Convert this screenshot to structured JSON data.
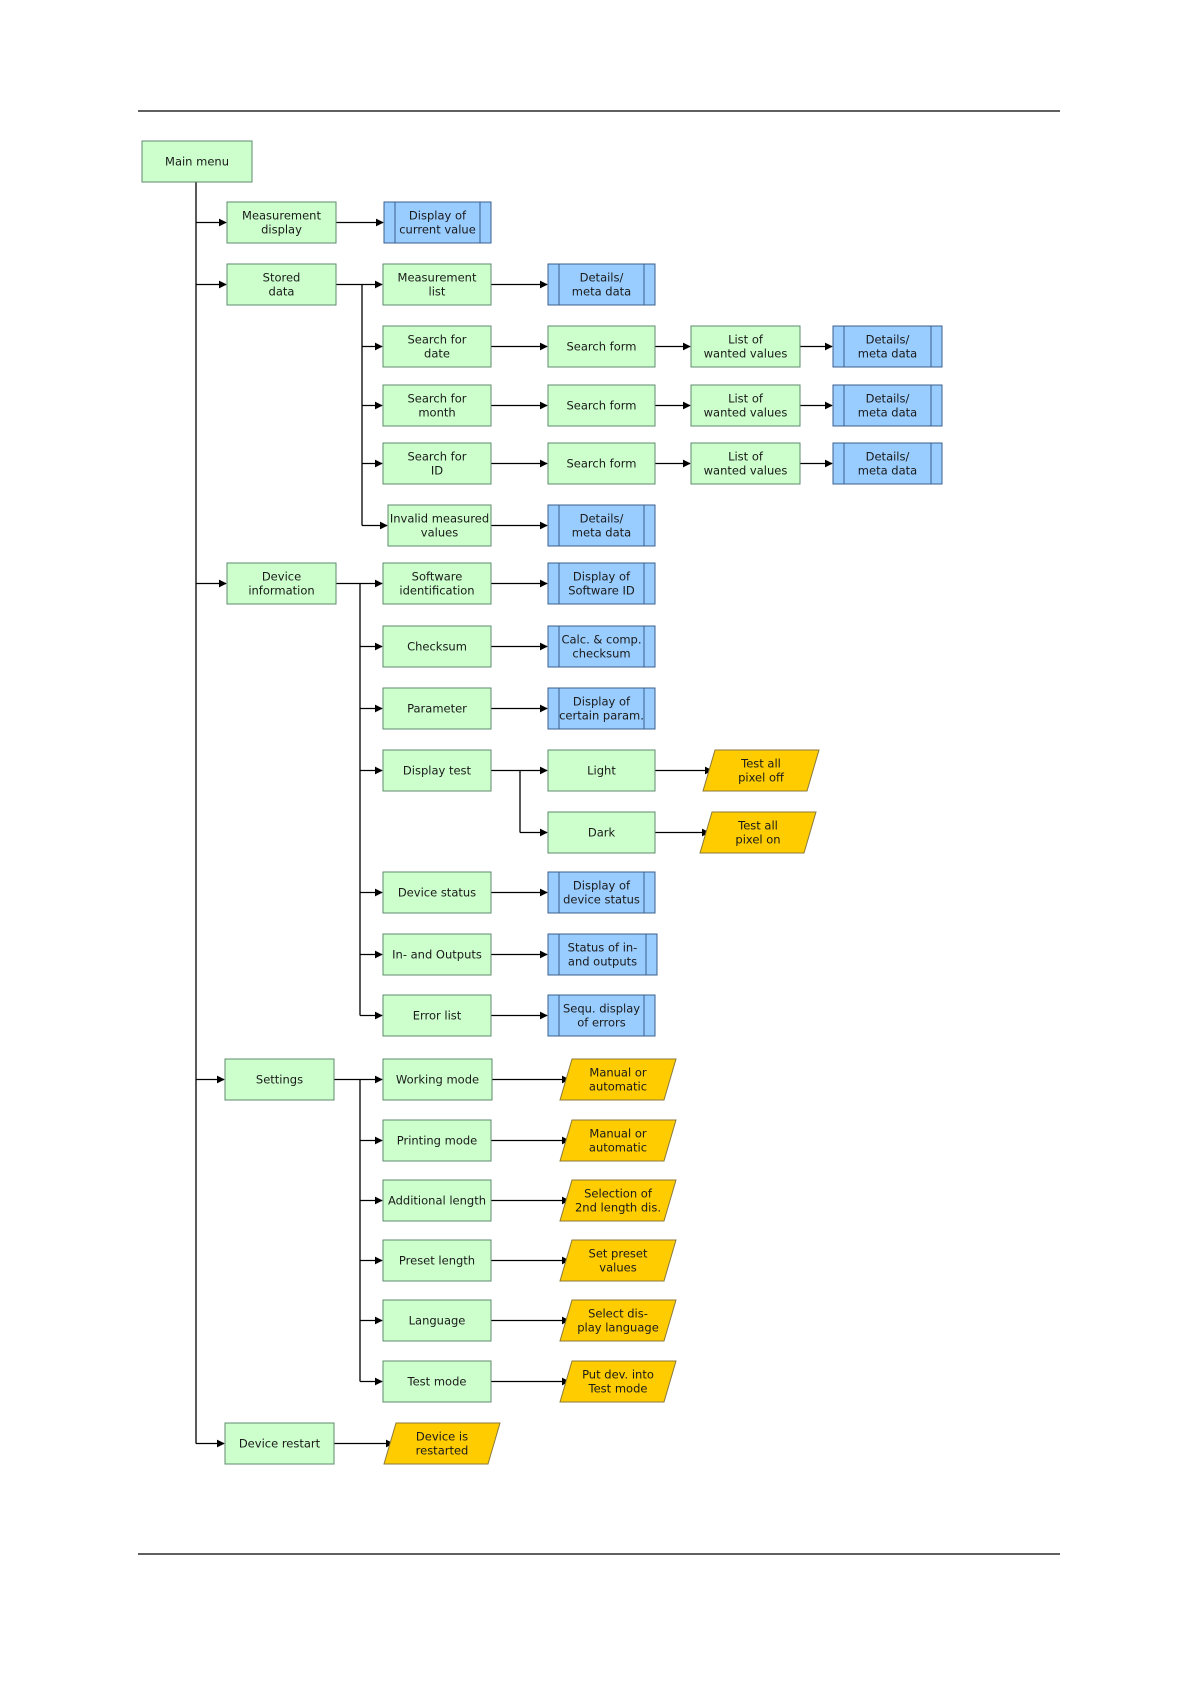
{
  "colors": {
    "green_fill": "#ccffcc",
    "green_stroke": "#5e8a6e",
    "blue_fill": "#99ccff",
    "blue_stroke": "#3a5f8c",
    "yellow_fill": "#ffcc00",
    "yellow_stroke": "#8c7a3a",
    "line": "#000000"
  },
  "nodes": {
    "main": {
      "kind": "green",
      "lines": [
        "Main menu"
      ]
    },
    "meas_display": {
      "kind": "green",
      "lines": [
        "Measurement",
        "display"
      ]
    },
    "current_value": {
      "kind": "blue",
      "lines": [
        "Display of",
        "current value"
      ]
    },
    "stored": {
      "kind": "green",
      "lines": [
        "Stored",
        "data"
      ]
    },
    "meas_list": {
      "kind": "green",
      "lines": [
        "Measurement",
        "list"
      ]
    },
    "meta1": {
      "kind": "blue",
      "lines": [
        "Details/",
        "meta data"
      ]
    },
    "search_date": {
      "kind": "green",
      "lines": [
        "Search for",
        "date"
      ]
    },
    "form_date": {
      "kind": "green",
      "lines": [
        "Search form"
      ]
    },
    "list_date": {
      "kind": "green",
      "lines": [
        "List of",
        "wanted values"
      ]
    },
    "meta_date": {
      "kind": "blue",
      "lines": [
        "Details/",
        "meta data"
      ]
    },
    "search_month": {
      "kind": "green",
      "lines": [
        "Search for",
        "month"
      ]
    },
    "form_month": {
      "kind": "green",
      "lines": [
        "Search form"
      ]
    },
    "list_month": {
      "kind": "green",
      "lines": [
        "List of",
        "wanted values"
      ]
    },
    "meta_month": {
      "kind": "blue",
      "lines": [
        "Details/",
        "meta data"
      ]
    },
    "search_id": {
      "kind": "green",
      "lines": [
        "Search for",
        "ID"
      ]
    },
    "form_id": {
      "kind": "green",
      "lines": [
        "Search form"
      ]
    },
    "list_id": {
      "kind": "green",
      "lines": [
        "List of",
        "wanted values"
      ]
    },
    "meta_id": {
      "kind": "blue",
      "lines": [
        "Details/",
        "meta data"
      ]
    },
    "invalid": {
      "kind": "green",
      "lines": [
        "Invalid measured",
        "values"
      ]
    },
    "meta_invalid": {
      "kind": "blue",
      "lines": [
        "Details/",
        "meta data"
      ]
    },
    "device_info": {
      "kind": "green",
      "lines": [
        "Device",
        "information"
      ]
    },
    "software": {
      "kind": "green",
      "lines": [
        "Software",
        "identification"
      ]
    },
    "software_id": {
      "kind": "blue",
      "lines": [
        "Display of",
        "Software ID"
      ]
    },
    "checksum": {
      "kind": "green",
      "lines": [
        "Checksum"
      ]
    },
    "calc_checksum": {
      "kind": "blue",
      "lines": [
        "Calc. & comp.",
        "checksum"
      ]
    },
    "parameter": {
      "kind": "green",
      "lines": [
        "Parameter"
      ]
    },
    "certain_param": {
      "kind": "blue",
      "lines": [
        "Display of",
        "certain param."
      ]
    },
    "display_test": {
      "kind": "green",
      "lines": [
        "Display test"
      ]
    },
    "light": {
      "kind": "green",
      "lines": [
        "Light"
      ]
    },
    "pixel_off": {
      "kind": "yellow",
      "lines": [
        "Test all",
        "pixel off"
      ]
    },
    "dark": {
      "kind": "green",
      "lines": [
        "Dark"
      ]
    },
    "pixel_on": {
      "kind": "yellow",
      "lines": [
        "Test all",
        "pixel on"
      ]
    },
    "device_status": {
      "kind": "green",
      "lines": [
        "Device status"
      ]
    },
    "status_display": {
      "kind": "blue",
      "lines": [
        "Display of",
        "device status"
      ]
    },
    "in_out": {
      "kind": "green",
      "lines": [
        "In- and Outputs"
      ]
    },
    "status_io": {
      "kind": "blue",
      "lines": [
        "Status of in-",
        "and outputs"
      ]
    },
    "error_list": {
      "kind": "green",
      "lines": [
        "Error list"
      ]
    },
    "errors_seq": {
      "kind": "blue",
      "lines": [
        "Sequ. display",
        "of errors"
      ]
    },
    "settings": {
      "kind": "green",
      "lines": [
        "Settings"
      ]
    },
    "working_mode": {
      "kind": "green",
      "lines": [
        "Working mode"
      ]
    },
    "work_manual": {
      "kind": "yellow",
      "lines": [
        "Manual or",
        "automatic"
      ]
    },
    "printing_mode": {
      "kind": "green",
      "lines": [
        "Printing mode"
      ]
    },
    "print_manual": {
      "kind": "yellow",
      "lines": [
        "Manual or",
        "automatic"
      ]
    },
    "add_length": {
      "kind": "green",
      "lines": [
        "Additional length"
      ]
    },
    "second_length": {
      "kind": "yellow",
      "lines": [
        "Selection of",
        "2nd length dis."
      ]
    },
    "preset_length": {
      "kind": "green",
      "lines": [
        "Preset length"
      ]
    },
    "preset_values": {
      "kind": "yellow",
      "lines": [
        "Set preset",
        "values"
      ]
    },
    "language": {
      "kind": "green",
      "lines": [
        "Language"
      ]
    },
    "select_lang": {
      "kind": "yellow",
      "lines": [
        "Select dis-",
        "play language"
      ]
    },
    "test_mode": {
      "kind": "green",
      "lines": [
        "Test mode"
      ]
    },
    "put_test": {
      "kind": "yellow",
      "lines": [
        "Put dev. into",
        "Test mode"
      ]
    },
    "restart": {
      "kind": "green",
      "lines": [
        "Device restart"
      ]
    },
    "restarted": {
      "kind": "yellow",
      "lines": [
        "Device is",
        "restarted"
      ]
    }
  },
  "edges": [
    [
      "main",
      "meas_display"
    ],
    [
      "main",
      "stored"
    ],
    [
      "main",
      "device_info"
    ],
    [
      "main",
      "settings"
    ],
    [
      "main",
      "restart"
    ],
    [
      "meas_display",
      "current_value"
    ],
    [
      "stored",
      "meas_list"
    ],
    [
      "stored",
      "search_date"
    ],
    [
      "stored",
      "search_month"
    ],
    [
      "stored",
      "search_id"
    ],
    [
      "stored",
      "invalid"
    ],
    [
      "meas_list",
      "meta1"
    ],
    [
      "search_date",
      "form_date"
    ],
    [
      "form_date",
      "list_date"
    ],
    [
      "list_date",
      "meta_date"
    ],
    [
      "search_month",
      "form_month"
    ],
    [
      "form_month",
      "list_month"
    ],
    [
      "list_month",
      "meta_month"
    ],
    [
      "search_id",
      "form_id"
    ],
    [
      "form_id",
      "list_id"
    ],
    [
      "list_id",
      "meta_id"
    ],
    [
      "invalid",
      "meta_invalid"
    ],
    [
      "device_info",
      "software"
    ],
    [
      "device_info",
      "checksum"
    ],
    [
      "device_info",
      "parameter"
    ],
    [
      "device_info",
      "display_test"
    ],
    [
      "device_info",
      "device_status"
    ],
    [
      "device_info",
      "in_out"
    ],
    [
      "device_info",
      "error_list"
    ],
    [
      "software",
      "software_id"
    ],
    [
      "checksum",
      "calc_checksum"
    ],
    [
      "parameter",
      "certain_param"
    ],
    [
      "display_test",
      "light"
    ],
    [
      "display_test",
      "dark"
    ],
    [
      "light",
      "pixel_off"
    ],
    [
      "dark",
      "pixel_on"
    ],
    [
      "device_status",
      "status_display"
    ],
    [
      "in_out",
      "status_io"
    ],
    [
      "error_list",
      "errors_seq"
    ],
    [
      "settings",
      "working_mode"
    ],
    [
      "settings",
      "printing_mode"
    ],
    [
      "settings",
      "add_length"
    ],
    [
      "settings",
      "preset_length"
    ],
    [
      "settings",
      "language"
    ],
    [
      "settings",
      "test_mode"
    ],
    [
      "working_mode",
      "work_manual"
    ],
    [
      "printing_mode",
      "print_manual"
    ],
    [
      "add_length",
      "second_length"
    ],
    [
      "preset_length",
      "preset_values"
    ],
    [
      "language",
      "select_lang"
    ],
    [
      "test_mode",
      "put_test"
    ],
    [
      "restart",
      "restarted"
    ]
  ]
}
